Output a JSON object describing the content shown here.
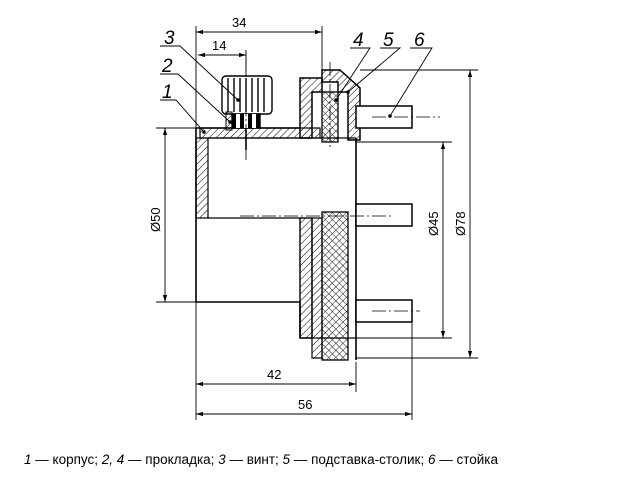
{
  "dimensions": {
    "d34": "34",
    "d14": "14",
    "d42": "42",
    "d56": "56",
    "d50": "Ø50",
    "d45": "Ø45",
    "d78": "Ø78"
  },
  "parts": [
    {
      "num": "1",
      "name": "корпус"
    },
    {
      "num": "2",
      "name": "прокладка"
    },
    {
      "num": "3",
      "name": "винт"
    },
    {
      "num": "4",
      "name": "прокладка"
    },
    {
      "num": "5",
      "name": "подставка-столик"
    },
    {
      "num": "6",
      "name": "стойка"
    }
  ],
  "caption": {
    "n1": "1",
    "t1": " — корпус; ",
    "n2": "2, 4",
    "t2": " — прокладка; ",
    "n3": "3",
    "t3": " — винт; ",
    "n5": "5",
    "t5": " — подставка-столик; ",
    "n6": "6",
    "t6": " — стойка"
  }
}
